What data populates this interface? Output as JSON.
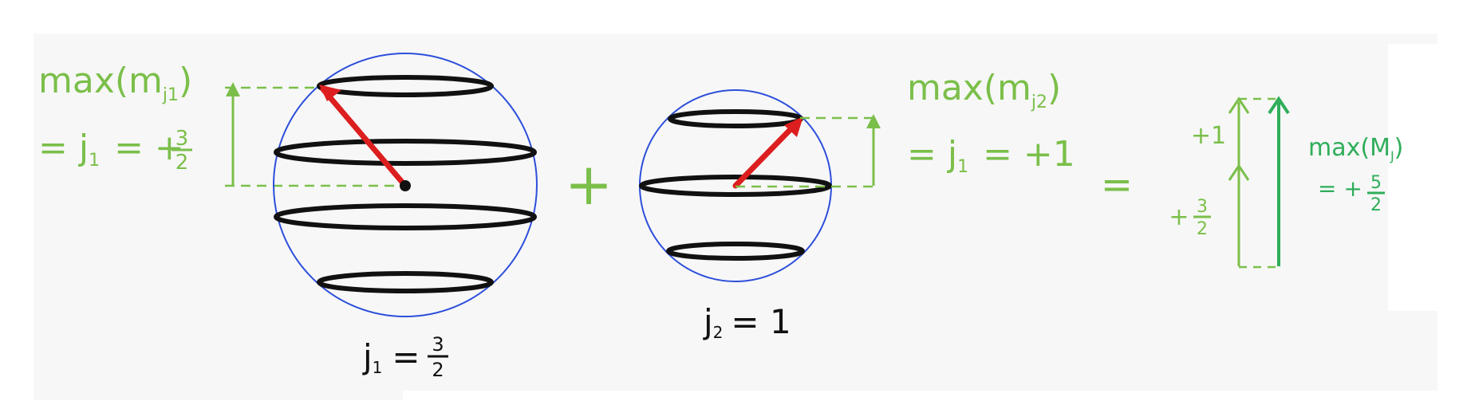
{
  "colors": {
    "background_panel": "#f6f6f6",
    "green": "#7bbf4a",
    "dark_green": "#2fae5a",
    "red": "#dd1e1e",
    "blue": "#2d4fdb",
    "black": "#111111"
  },
  "left_annotation": {
    "line1": "max(m",
    "line1_sub": "j1",
    "line1_close": ")",
    "line2": "= j",
    "line2_sub": "1",
    "line2_rest": "= +",
    "frac_num": "3",
    "frac_den": "2"
  },
  "right_annotation": {
    "line1": "max(m",
    "line1_sub": "j2",
    "line1_close": ")",
    "line2": "= j",
    "line2_sub": "1",
    "line2_rest": "= +1"
  },
  "plus_sign": "+",
  "equals_sign": "=",
  "sphere1_label": {
    "text": "j",
    "sub": "1",
    "eq": "=",
    "frac_num": "3",
    "frac_den": "2"
  },
  "sphere2_label": {
    "text": "j",
    "sub": "2",
    "eq": "= 1"
  },
  "sum": {
    "upper_label": "+1",
    "lower_label": "+",
    "lower_frac_num": "3",
    "lower_frac_den": "2",
    "result_line1": "max(M",
    "result_line1_sub": "J",
    "result_line1_close": ")",
    "result_line2": "= +",
    "result_frac_num": "5",
    "result_frac_den": "2"
  },
  "icons": {
    "sphere1": "sphere-with-five-rings-icon",
    "sphere2": "sphere-with-three-rings-icon",
    "vector1": "red-vector-arrow-icon",
    "vector2": "red-vector-arrow-icon"
  }
}
